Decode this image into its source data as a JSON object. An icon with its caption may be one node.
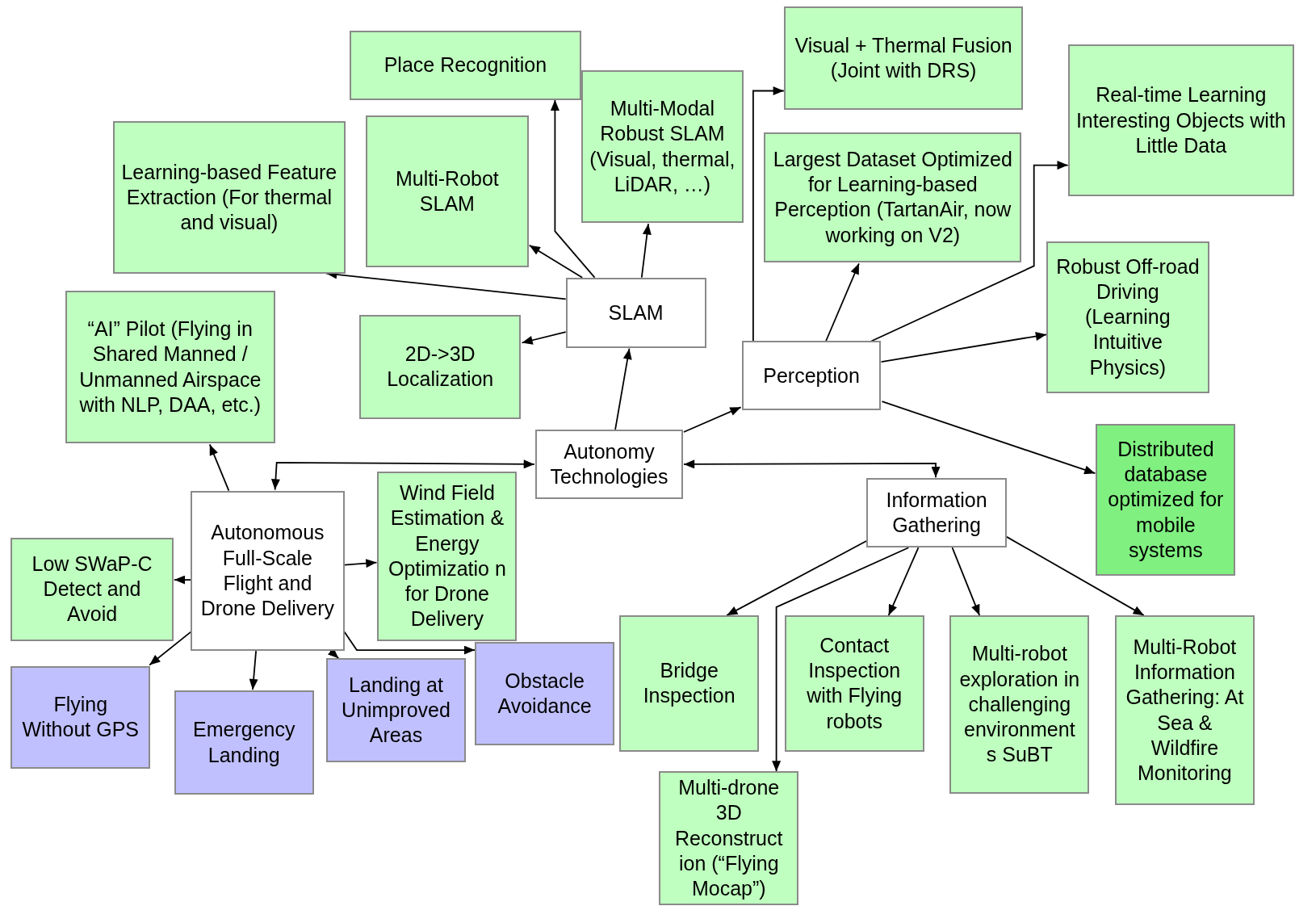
{
  "diagram": {
    "nodes": [
      {
        "text": [
          "Place Recognition"
        ]
      },
      {
        "text": [
          "Visual + Thermal Fusion (Joint with DRS)"
        ]
      },
      {
        "text": [
          "Real-time Learning Interesting Objects with Little Data"
        ]
      },
      {
        "text": [
          "Learning-based Feature Extraction (For thermal and visual)"
        ]
      },
      {
        "text": [
          "Multi-Robot SLAM"
        ]
      },
      {
        "text": [
          "Multi-Modal Robust SLAM (Visual, thermal, LiDAR, …)"
        ]
      },
      {
        "text": [
          "Largest Dataset Optimized for Learning-based Perception (TartanAir, now working on V2)"
        ]
      },
      {
        "text": [
          "“AI” Pilot (Flying in Shared Manned / Unmanned Airspace with NLP, DAA, etc.)"
        ]
      },
      {
        "text": [
          "2D->3D Localization"
        ]
      },
      {
        "text": [
          "SLAM"
        ]
      },
      {
        "text": [
          "Robust Off-road Driving (Learning Intuitive Physics)"
        ]
      },
      {
        "text": [
          "Perception"
        ]
      },
      {
        "text": [
          "Autonomy Technologies"
        ]
      },
      {
        "text": [
          "Distributed database optimized for mobile systems"
        ]
      },
      {
        "text": [
          "Autonomous Full-Scale Flight and Drone Delivery"
        ]
      },
      {
        "text": [
          "Wind Field Estimation & Energy Optimizatio n for Drone Delivery"
        ]
      },
      {
        "text": [
          "Information Gathering"
        ]
      },
      {
        "text": [
          "Low SWaP-C Detect and Avoid"
        ]
      },
      {
        "text": [
          "Flying Without GPS"
        ]
      },
      {
        "text": [
          "Emergency Landing"
        ]
      },
      {
        "text": [
          "Landing at Unimproved Areas"
        ]
      },
      {
        "text": [
          "Obstacle Avoidance"
        ]
      },
      {
        "text": [
          "Bridge Inspection"
        ]
      },
      {
        "text": [
          "Contact Inspection with Flying robots"
        ]
      },
      {
        "text": [
          "Multi-robot exploration in challenging environment s SuBT"
        ]
      },
      {
        "text": [
          "Multi-Robot Information Gathering: At Sea & Wildfire Monitoring"
        ]
      },
      {
        "text": [
          "Multi-drone 3D Reconstruct ion (“Flying Mocap”)"
        ]
      }
    ],
    "edges": [
      {
        "from": 9,
        "to": 0,
        "arrow": "to"
      },
      {
        "from": 9,
        "to": 4,
        "arrow": "to"
      },
      {
        "from": 9,
        "to": 3,
        "arrow": "to"
      },
      {
        "from": 9,
        "to": 5,
        "arrow": "to"
      },
      {
        "from": 9,
        "to": 8,
        "arrow": "to"
      },
      {
        "from": 12,
        "to": 9,
        "arrow": "to"
      },
      {
        "from": 12,
        "to": 11,
        "arrow": "to"
      },
      {
        "from": 12,
        "to": 14,
        "arrow": "both"
      },
      {
        "from": 12,
        "to": 16,
        "arrow": "both"
      },
      {
        "from": 11,
        "to": 6,
        "arrow": "to"
      },
      {
        "from": 11,
        "to": 1,
        "arrow": "to"
      },
      {
        "from": 11,
        "to": 2,
        "arrow": "to"
      },
      {
        "from": 11,
        "to": 10,
        "arrow": "to"
      },
      {
        "from": 11,
        "to": 13,
        "arrow": "to"
      },
      {
        "from": 14,
        "to": 7,
        "arrow": "to"
      },
      {
        "from": 14,
        "to": 17,
        "arrow": "to"
      },
      {
        "from": 14,
        "to": 15,
        "arrow": "to"
      },
      {
        "from": 14,
        "to": 18,
        "arrow": "to"
      },
      {
        "from": 14,
        "to": 19,
        "arrow": "to"
      },
      {
        "from": 14,
        "to": 20,
        "arrow": "to"
      },
      {
        "from": 14,
        "to": 21,
        "arrow": "to"
      },
      {
        "from": 16,
        "to": 22,
        "arrow": "to"
      },
      {
        "from": 16,
        "to": 23,
        "arrow": "to"
      },
      {
        "from": 16,
        "to": 26,
        "arrow": "to"
      },
      {
        "from": 16,
        "to": 24,
        "arrow": "to"
      },
      {
        "from": 16,
        "to": 25,
        "arrow": "to"
      }
    ]
  }
}
